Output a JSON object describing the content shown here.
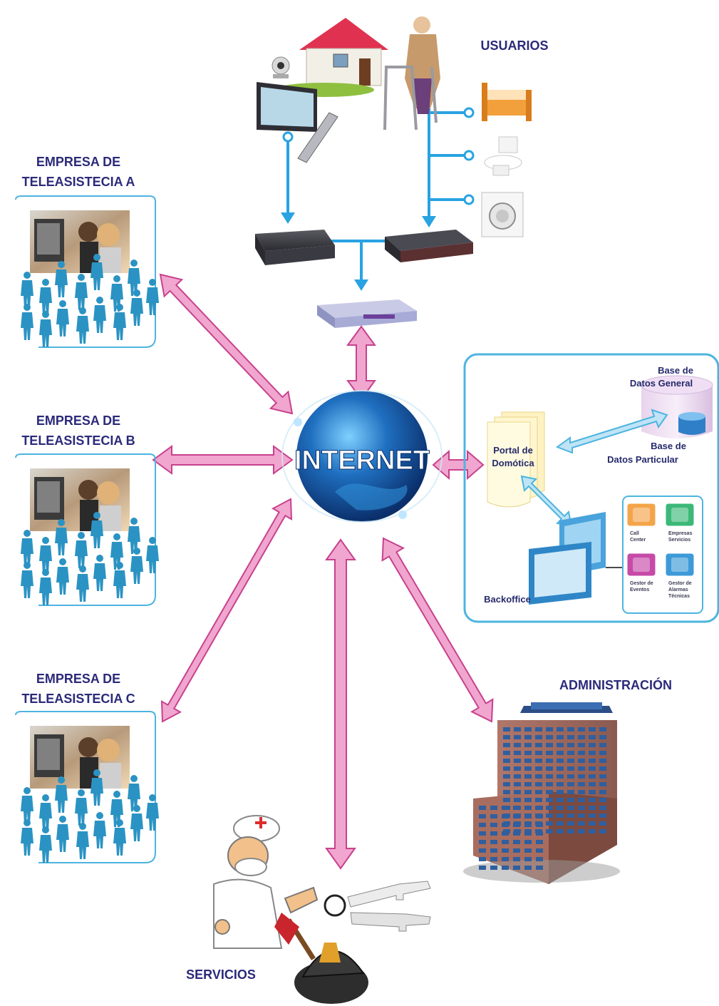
{
  "labels": {
    "usuarios": "USUARIOS",
    "empresa_a_line1": "EMPRESA DE",
    "empresa_a_line2": "TELEASISTECIA A",
    "empresa_b_line1": "EMPRESA DE",
    "empresa_b_line2": "TELEASISTECIA B",
    "empresa_c_line1": "EMPRESA DE",
    "empresa_c_line2": "TELEASISTECIA C",
    "internet": "INTERNET",
    "administracion": "ADMINISTRACIÓN",
    "servicios": "SERVICIOS"
  },
  "platform": {
    "db_general_line1": "Base de",
    "db_general_line2": "Datos General",
    "db_particular_line1": "Base de",
    "db_particular_line2": "Datos Particular",
    "portal_line1": "Portal de",
    "portal_line2": "Domótica",
    "backoffice": "Backoffice",
    "modules": [
      {
        "line1": "Call",
        "line2": "Center",
        "line3": "",
        "icon": "phone-icon",
        "color": "#f4a44a"
      },
      {
        "line1": "Empresas",
        "line2": "Servicios",
        "line3": "",
        "icon": "factory-icon",
        "color": "#3cb878"
      },
      {
        "line1": "Gestor de",
        "line2": "Eventos",
        "line3": "",
        "icon": "gears-icon",
        "color": "#c64aa8"
      },
      {
        "line1": "Gestor de",
        "line2": "Alarmas",
        "line3": "Técnicas",
        "icon": "signal-icon",
        "color": "#3d9ad8"
      }
    ]
  },
  "colors": {
    "arrow_pink": "#f0a6cf",
    "arrow_pink_stroke": "#c8418d",
    "connector_blue": "#29a3e2",
    "frame_blue": "#4db4e0",
    "label_navy": "#2b2a7a",
    "person_blue": "#2b93c3"
  }
}
